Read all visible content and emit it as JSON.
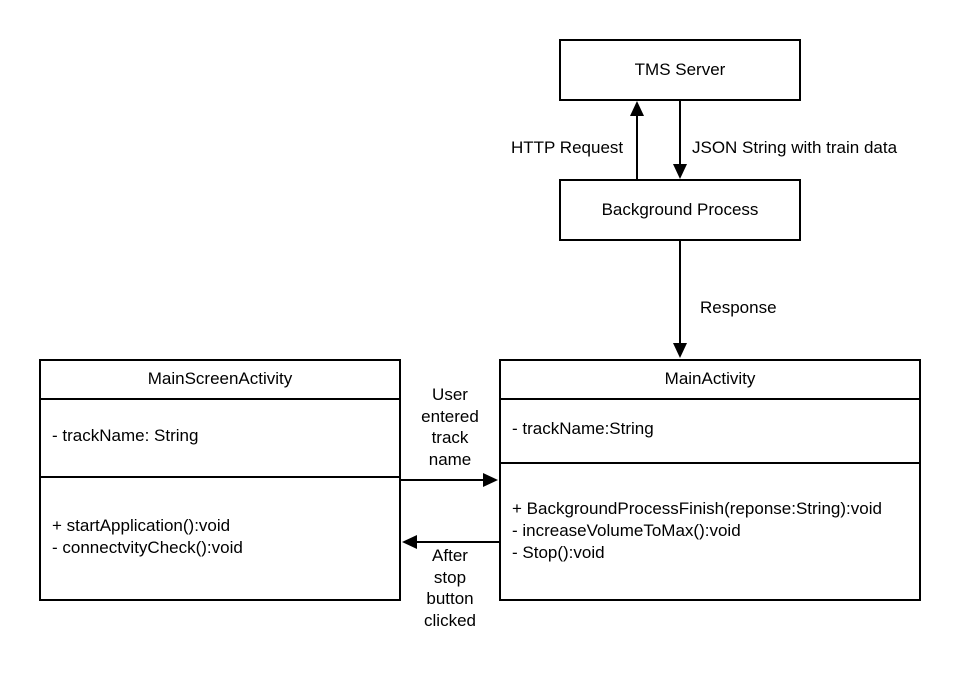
{
  "nodes": {
    "tms_server": {
      "label": "TMS Server"
    },
    "background_process": {
      "label": "Background Process"
    },
    "main_screen_activity": {
      "title": "MainScreenActivity",
      "attributes": [
        "- trackName: String"
      ],
      "methods": [
        "+ startApplication():void",
        "- connectvityCheck():void"
      ]
    },
    "main_activity": {
      "title": "MainActivity",
      "attributes": [
        "- trackName:String"
      ],
      "methods": [
        "+ BackgroundProcessFinish(reponse:String):void",
        "- increaseVolumeToMax():void",
        "- Stop():void"
      ]
    }
  },
  "edges": {
    "http_request": {
      "label": "HTTP Request"
    },
    "json_string": {
      "label": "JSON String with train data"
    },
    "response": {
      "label": "Response"
    },
    "user_entered": {
      "label_lines": [
        "User",
        "entered",
        "track",
        "name"
      ]
    },
    "after_stop": {
      "label_lines": [
        "After",
        "stop",
        "button",
        "clicked"
      ]
    }
  }
}
